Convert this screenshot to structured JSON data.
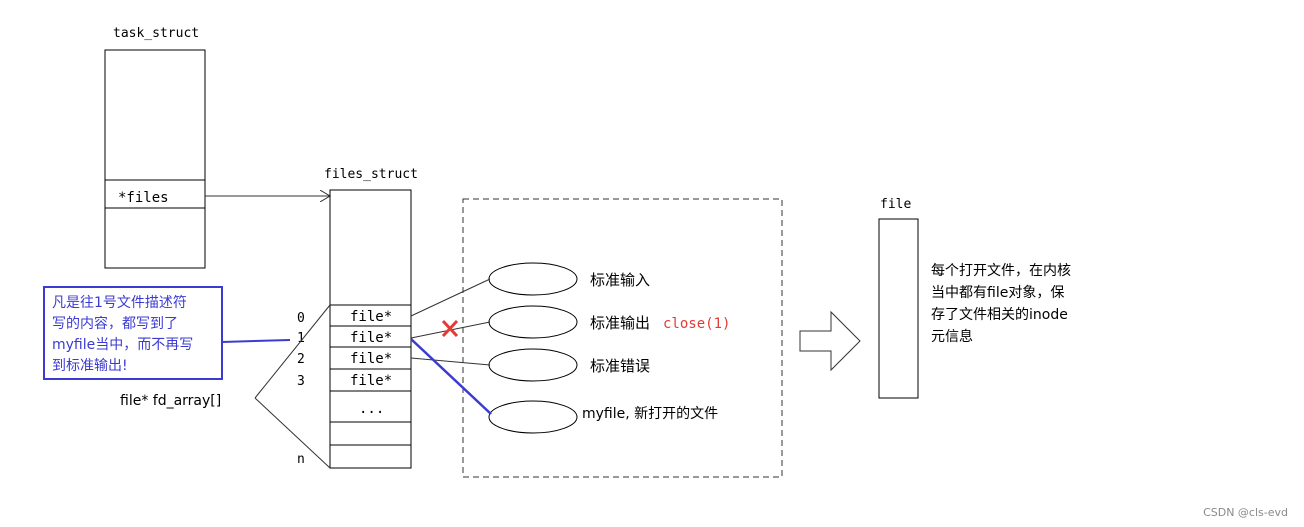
{
  "task_struct": {
    "title": "task_struct",
    "field": "*files"
  },
  "files_struct": {
    "title": "files_struct",
    "slots": [
      "file*",
      "file*",
      "file*",
      "file*",
      "..."
    ],
    "indices": [
      "0",
      "1",
      "2",
      "3",
      "n"
    ],
    "array_label": "file* fd_array[]"
  },
  "streams": {
    "stdin": "标准输入",
    "stdout": "标准输出",
    "stdout_note": "close(1)",
    "stderr": "标准错误",
    "myfile": "myfile, 新打开的文件"
  },
  "note_box": {
    "lines": [
      "凡是往1号文件描述符",
      "写的内容，都写到了",
      "myfile当中，而不再写",
      "到标准输出!"
    ]
  },
  "file_obj": {
    "title": "file",
    "desc_lines": [
      "每个打开文件，在内核",
      "当中都有file对象，保",
      "存了文件相关的inode",
      "元信息"
    ]
  },
  "watermark": "CSDN @cls-evd",
  "colors": {
    "note_border": "#3b3bd1",
    "note_text": "#3b3bd1",
    "close_note": "#e53935",
    "cross": "#e53935",
    "new_link": "#3b3bd1"
  }
}
